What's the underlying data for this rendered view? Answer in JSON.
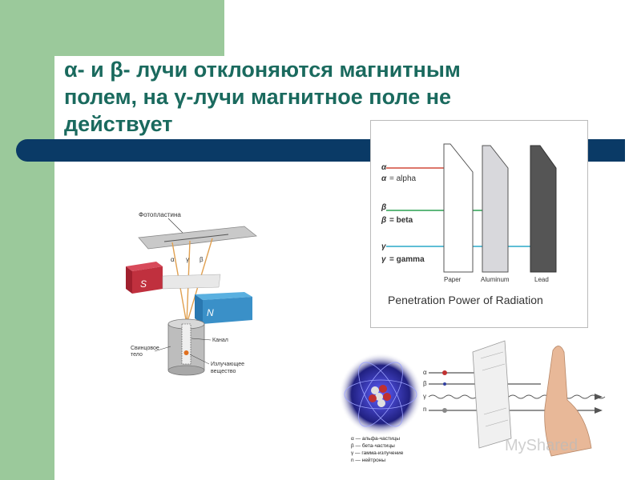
{
  "slide": {
    "title_lines": [
      "α- и β- лучи отклоняются магнитным",
      "полем, на γ-лучи магнитное поле не",
      "действует"
    ],
    "colors": {
      "title": "#1a6a5e",
      "sidebar_green": "#9bc99b",
      "bar_navy": "#0a3a66"
    }
  },
  "magnet_diagram": {
    "plate_label": "Фотопластина",
    "ray_labels": [
      "α",
      "γ",
      "β"
    ],
    "magnet_s": "S",
    "magnet_n": "N",
    "lead_label": [
      "Свинцовое",
      "тело"
    ],
    "channel_label": "Канал",
    "substance_label": [
      "Излучающее",
      "вещество"
    ]
  },
  "penetration": {
    "title": "Penetration Power of Radiation",
    "rays": [
      {
        "symbol": "α",
        "label": "= alpha",
        "color": "#d04a3a"
      },
      {
        "symbol": "β",
        "label": "= beta",
        "color": "#2aa050"
      },
      {
        "symbol": "γ",
        "label": "= gamma",
        "color": "#2aa8c8"
      }
    ],
    "barriers": [
      "Paper",
      "Aluminum",
      "Lead"
    ]
  },
  "atom_diagram": {
    "ray_symbols": [
      "α",
      "β",
      "γ",
      "n"
    ],
    "legend": [
      "α — альфа-частицы",
      "β — бета-частицы",
      "γ — гамма-излучение",
      "n — нейтроны"
    ]
  },
  "watermark": "MyShared"
}
